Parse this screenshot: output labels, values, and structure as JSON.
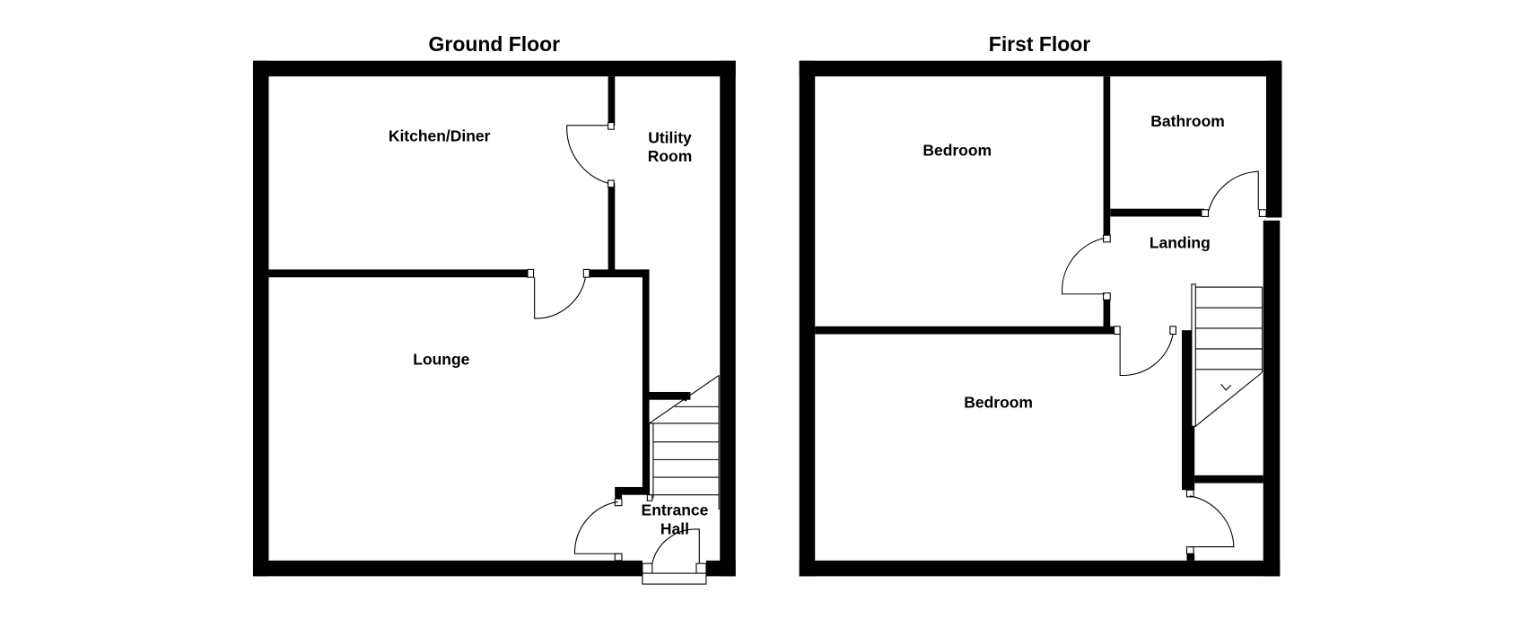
{
  "ground_floor": {
    "title": "Ground Floor",
    "rooms": {
      "kitchen": "Kitchen/Diner",
      "utility_line1": "Utility",
      "utility_line2": "Room",
      "lounge": "Lounge",
      "hall_line1": "Entrance",
      "hall_line2": "Hall"
    }
  },
  "first_floor": {
    "title": "First Floor",
    "rooms": {
      "bedroom1": "Bedroom",
      "bathroom": "Bathroom",
      "landing": "Landing",
      "bedroom2": "Bedroom"
    }
  }
}
